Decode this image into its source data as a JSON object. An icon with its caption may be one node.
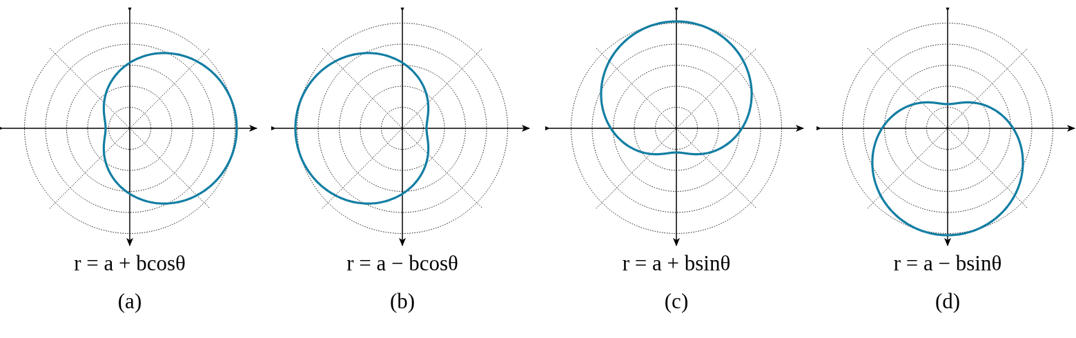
{
  "diagram": {
    "labels": [
      "r = a + bcosθ",
      "r = a − bcosθ",
      "r = a + bsinθ",
      "r = a − bsinθ",
      "(a)",
      "(b)",
      "(c)",
      "(d)"
    ]
  }
}
